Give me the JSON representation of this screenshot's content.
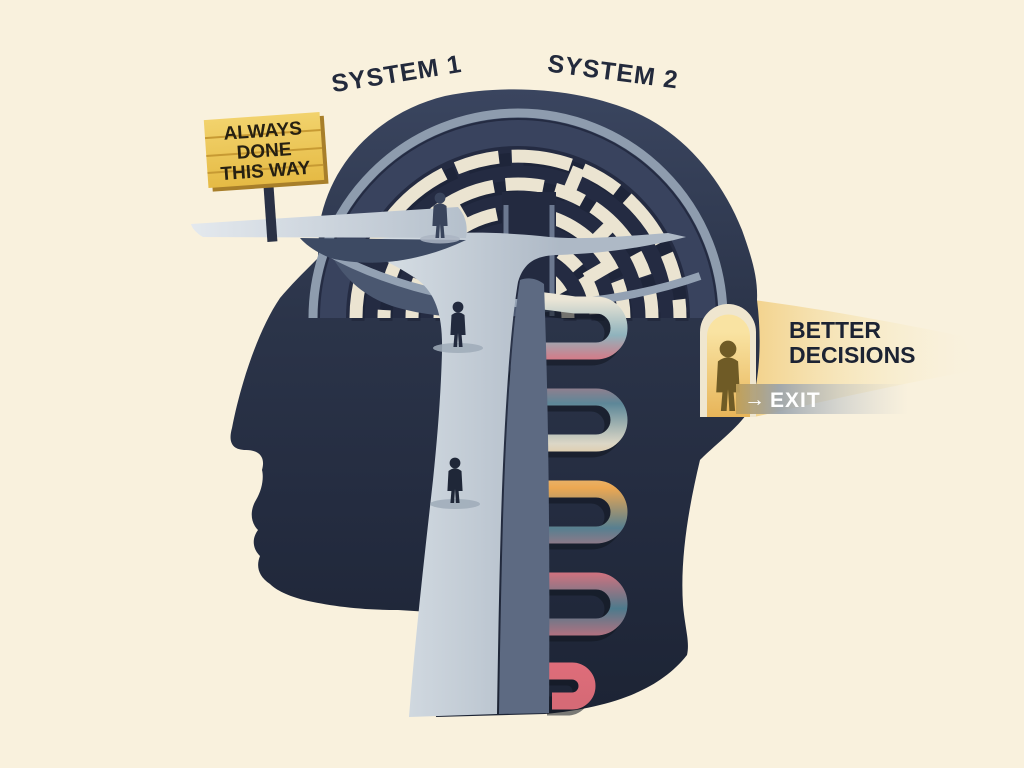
{
  "title_labels": {
    "system1": "SYSTEM 1",
    "system2": "SYSTEM 2"
  },
  "sign": {
    "line1": "ALWAYS",
    "line2": "DONE",
    "line3": "THIS WAY"
  },
  "door": {
    "better_line1": "BETTER",
    "better_line2": "DECISIONS",
    "exit_label": "EXIT",
    "exit_arrow": "→"
  },
  "icons": {
    "head": "head-profile-silhouette",
    "maze": "brain-maze",
    "ribbon": "winding-path-ribbon",
    "walkway": "straight-path-walkway",
    "door": "exit-door",
    "sign": "wooden-sign"
  },
  "colors": {
    "background": "#f9f1dd",
    "head": "#2b3449",
    "maze_wall": "#ebe4d1",
    "walkway": "#c3cdd7",
    "sign_board": "#ecc554",
    "door_glow": "#f2cf7f",
    "ribbon_teal": "#5d8798",
    "ribbon_red": "#e0727f",
    "ribbon_orange": "#eca852",
    "label_ink": "#232a3c"
  }
}
